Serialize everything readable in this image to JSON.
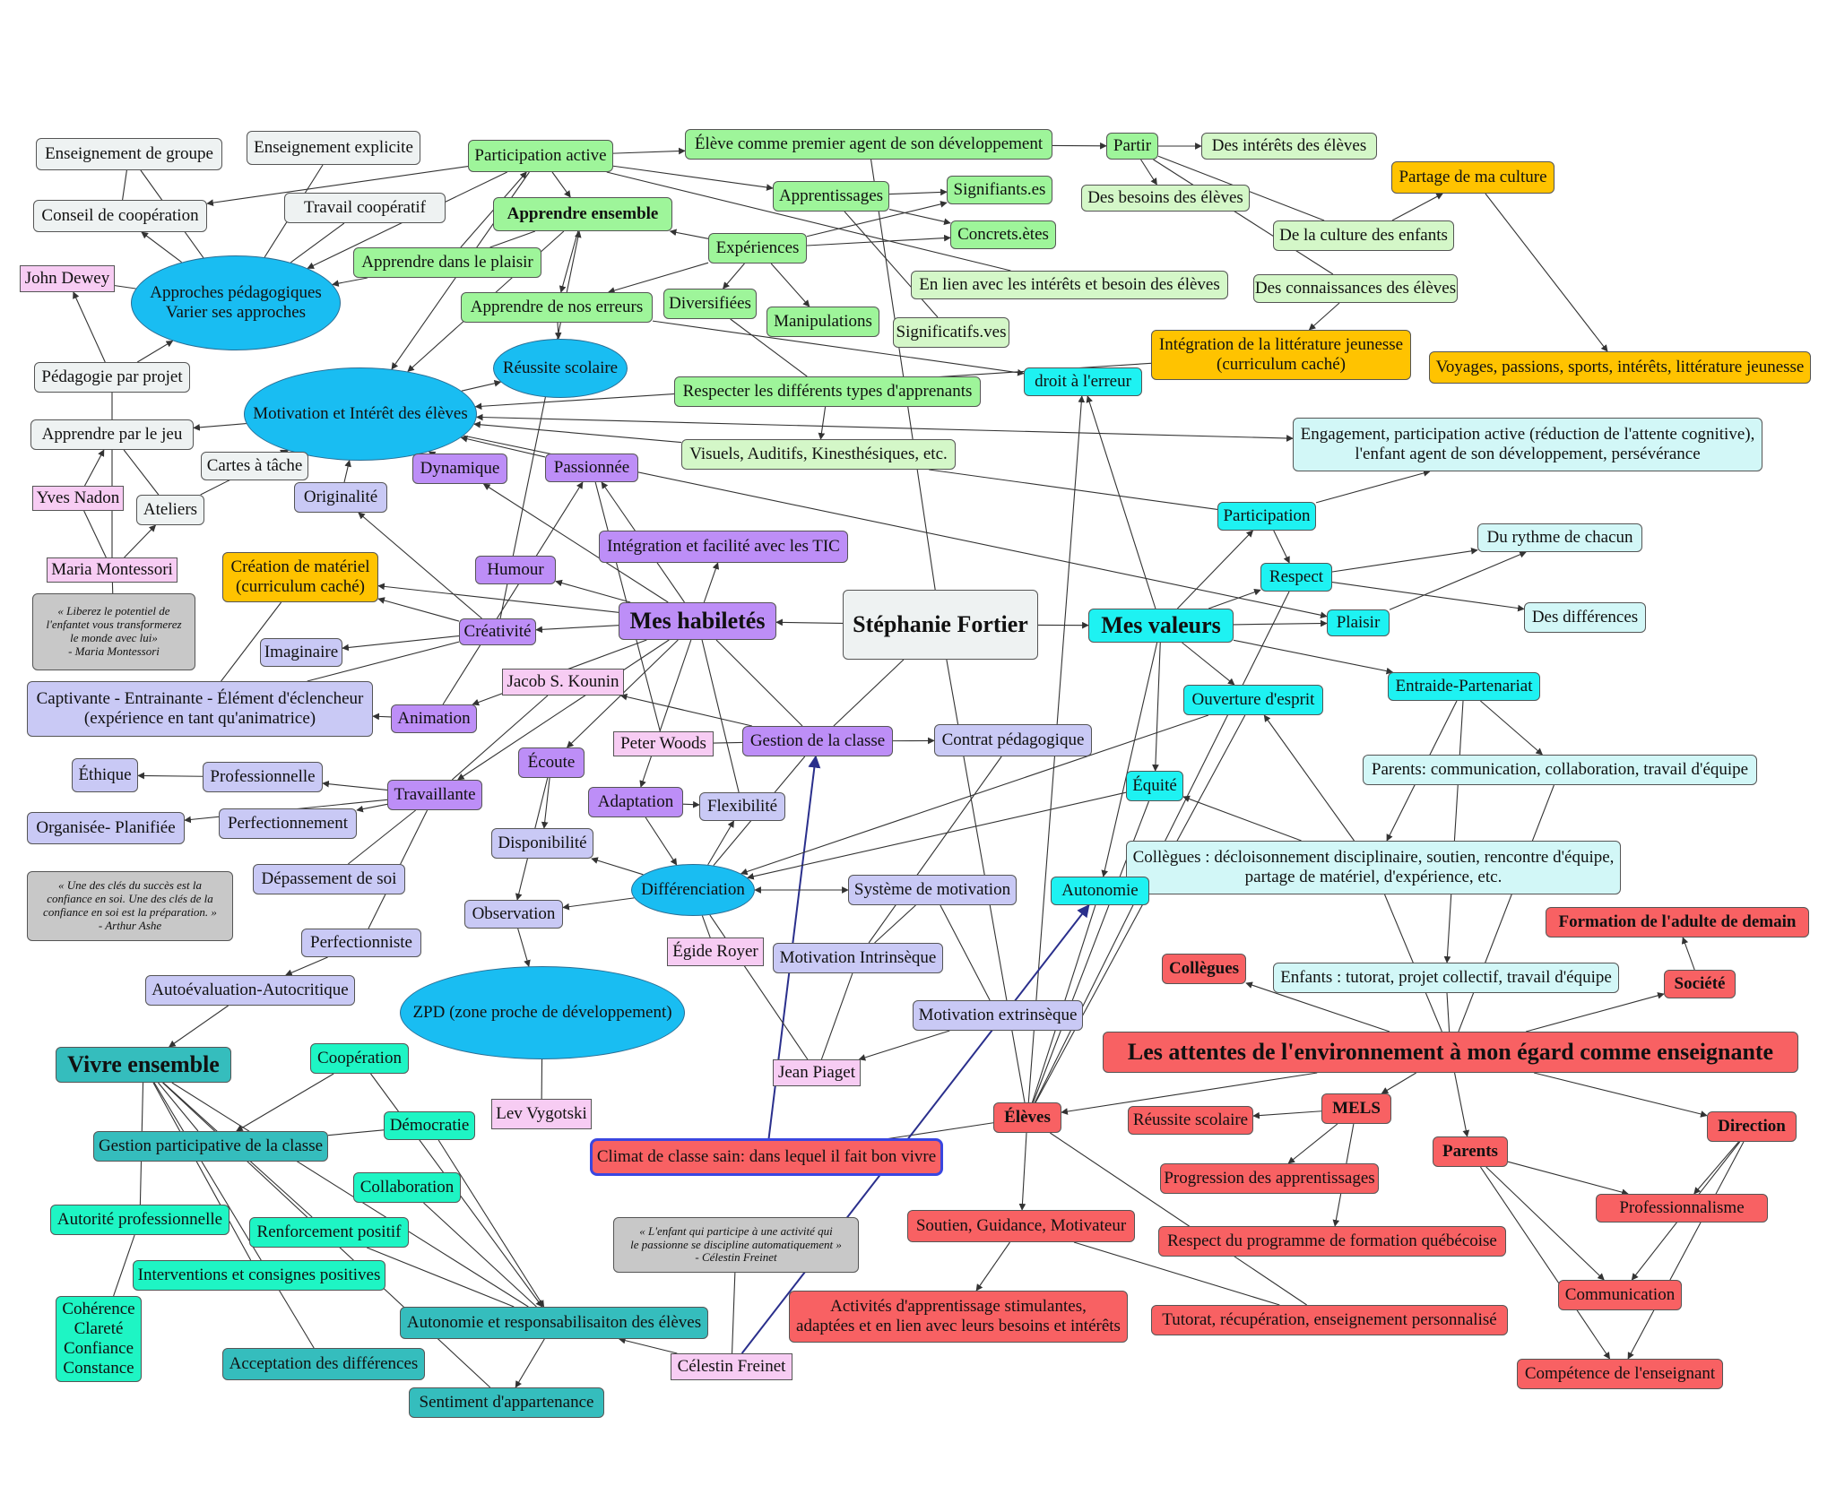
{
  "colors": {
    "green": "#9ef59a",
    "lightgreen": "#d4f7c8",
    "lightgrey": "#eef2f2",
    "lavender": "#c9c9f5",
    "purple": "#bd8ef7",
    "pink": "#f7ccf3",
    "orange": "#ffc300",
    "blue": "#19bdf2",
    "cyan": "#1ef2f2",
    "lightcyan": "#d2f7f7",
    "red": "#f86163",
    "teal": "#35bdbd",
    "aqua": "#1ef5c4",
    "grey": "#c8c8c8",
    "white": "#ffffff",
    "edge": "#333333",
    "edgeBlue": "#2a2f8c"
  },
  "nodes": {
    "sf": "Stéphanie Fortier",
    "mh": "Mes habiletés",
    "mv": "Mes valeurs",
    "att": "Les attentes de l'environnement à mon égard comme enseignante",
    "ve": "Vivre ensemble",
    "ens_groupe": "Enseignement de groupe",
    "ens_explicite": "Enseignement explicite",
    "part_active": "Participation active",
    "eleve_agent": "Élève comme premier agent de son développement",
    "partir": "Partir",
    "interets": "Des intérêts des élèves",
    "besoins": "Des besoins des élèves",
    "partage_culture": "Partage de ma culture",
    "culture_enfants": "De la culture des enfants",
    "connaissances": "Des connaissances des élèves",
    "conseil": "Conseil de coopération",
    "travail_coop": "Travail coopératif",
    "app_ensemble": "Apprendre ensemble",
    "apprentissages": "Apprentissages",
    "signifiants": "Signifiants.es",
    "concrets": "Concrets.ètes",
    "experiences": "Expériences",
    "lien_interets": "En lien avec les intérêts et besoin des élèves",
    "dewey": "John Dewey",
    "approches": [
      "Approches pédagogiques",
      "Varier ses approches"
    ],
    "plaisir_app": "Apprendre dans le plaisir",
    "erreurs": "Apprendre de nos erreurs",
    "diversifiees": "Diversifiées",
    "manipulations": "Manipulations",
    "significatifs": "Significatifs.ves",
    "integ_litt": [
      "Intégration de la littérature jeunesse",
      "(curriculum caché)"
    ],
    "voyages": "Voyages, passions, sports, intérêts, littérature jeunesse",
    "ped_projet": "Pédagogie par projet",
    "reussite_sco": "Réussite scolaire",
    "droit_erreur": "droit à l'erreur",
    "motivation": "Motivation et Intérêt des élèves",
    "respecter_types": "Respecter les différents types d'apprenants",
    "engagement": [
      "Engagement, participation active (réduction de l'attente cognitive),",
      "l'enfant agent de son développement, persévérance"
    ],
    "app_jeu": "Apprendre par le jeu",
    "cartes": "Cartes à tâche",
    "visuels": "Visuels, Auditifs, Kinesthésiques, etc.",
    "dynamique": "Dynamique",
    "passionnee": "Passionnée",
    "nadon": "Yves Nadon",
    "ateliers": "Ateliers",
    "originalite": "Originalité",
    "participation": "Participation",
    "integ_tic": "Intégration et facilité avec les TIC",
    "rythme": "Du rythme de chacun",
    "montessori": "Maria Montessori",
    "creation_mat": [
      "Création de matériel",
      "(curriculum caché)"
    ],
    "humour": "Humour",
    "respect": "Respect",
    "quote_montessori": [
      "« Liberez le potentiel de",
      "l'enfantet vous transformerez",
      "le monde avec lui»",
      "- Maria Montessori"
    ],
    "creativite": "Créativité",
    "plaisir": "Plaisir",
    "differences": "Des différences",
    "imaginaire": "Imaginaire",
    "kounin": "Jacob S. Kounin",
    "entraide": "Entraide-Partenariat",
    "captivante": [
      "Captivante - Entrainante - Élément d'éclencheur",
      "(expérience en tant qu'animatrice)"
    ],
    "animation": "Animation",
    "ouverture": "Ouverture d'esprit",
    "woods": "Peter Woods",
    "gestion_classe": "Gestion de la classe",
    "contrat": "Contrat pédagogique",
    "ethique": "Éthique",
    "professionnelle": "Professionnelle",
    "ecoute": "Écoute",
    "parents_comm": "Parents: communication, collaboration, travail d'équipe",
    "travaillante": "Travaillante",
    "adaptation": "Adaptation",
    "flexibilite": "Flexibilité",
    "equite": "Équité",
    "organisee": "Organisée- Planifiée",
    "perfectionnement": "Perfectionnement",
    "disponibilite": "Disponibilité",
    "collegues_decl": [
      "Collègues : décloisonnement disciplinaire, soutien, rencontre d'équipe,",
      "partage de matériel, d'expérience, etc."
    ],
    "quote_ashe": [
      "« Une des clés du succès est la",
      "confiance en soi. Une des clés de la",
      "confiance en soi est la préparation. »",
      "- Arthur Ashe"
    ],
    "depassement": "Dépassement de soi",
    "differenciation": "Différenciation",
    "systeme_motiv": "Système de motivation",
    "autonomie": "Autonomie",
    "formation_adulte": "Formation de l'adulte de demain",
    "observation": "Observation",
    "perfectionniste": "Perfectionniste",
    "royer": "Égide Royer",
    "motiv_intr": "Motivation Intrinsèque",
    "collegues": "Collègues",
    "enfants": "Enfants : tutorat, projet collectif, travail d'équipe",
    "societe": "Société",
    "autoeval": "Autoévaluation-Autocritique",
    "zpd": "ZPD (zone proche de développement)",
    "motiv_extr": "Motivation extrinsèque",
    "cooperation": "Coopération",
    "piaget": "Jean Piaget",
    "vygotski": "Lev Vygotski",
    "eleves": "Élèves",
    "reussite_mels": "Réussite scolaire",
    "mels": "MELS",
    "democratie": "Démocratie",
    "direction": "Direction",
    "gestion_part": "Gestion participative de la classe",
    "climat": "Climat de classe sain: dans lequel il fait bon vivre",
    "parents": "Parents",
    "progression": "Progression des apprentissages",
    "collaboration": "Collaboration",
    "professionnalisme": "Professionnalisme",
    "autorite": "Autorité professionnelle",
    "renforcement": "Renforcement positif",
    "quote_freinet": [
      "« L'enfant qui participe à une activité qui",
      "le passionne se discipline automatiquement »",
      "- Célestin Freinet"
    ],
    "soutien": "Soutien, Guidance, Motivateur",
    "respect_prog": "Respect du programme de formation québécoise",
    "interventions": "Interventions et consignes positives",
    "communication": "Communication",
    "coherence": [
      "Cohérence",
      "Clareté",
      "Confiance",
      "Constance"
    ],
    "activites": [
      "Activités d'apprentissage stimulantes,",
      "adaptées et en lien avec leurs besoins et intérêts"
    ],
    "autonomie_resp": "Autonomie et responsabilisaiton des élèves",
    "tutorat": "Tutorat, récupération, enseignement personnalisé",
    "acceptation": "Acceptation des différences",
    "freinet": "Célestin Freinet",
    "competence": "Compétence de l'enseignant",
    "appartenance": "Sentiment d'appartenance"
  }
}
